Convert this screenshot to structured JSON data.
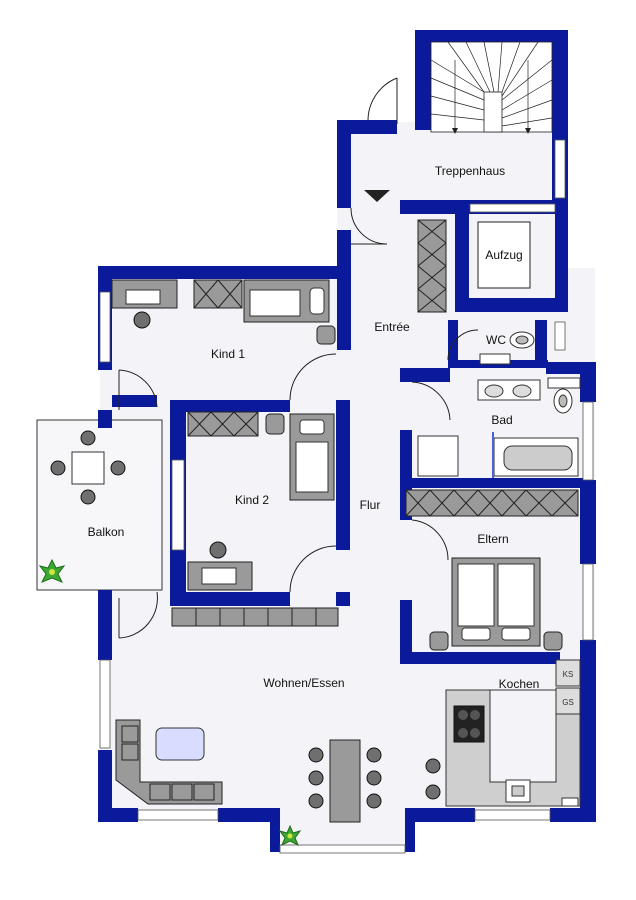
{
  "rooms": {
    "treppenhaus": "Treppenhaus",
    "aufzug": "Aufzug",
    "entree": "Entrée",
    "wc": "WC",
    "kind1": "Kind 1",
    "kind2": "Kind 2",
    "bad": "Bad",
    "flur": "Flur",
    "balkon": "Balkon",
    "eltern": "Eltern",
    "wohnen": "Wohnen/Essen",
    "kochen": "Kochen"
  },
  "appliances": {
    "ks": "KS",
    "gs": "GS"
  },
  "colors": {
    "wall": "#0b1a9a",
    "floor": "#f4f4f8",
    "furniture": "#9a9a9a"
  }
}
